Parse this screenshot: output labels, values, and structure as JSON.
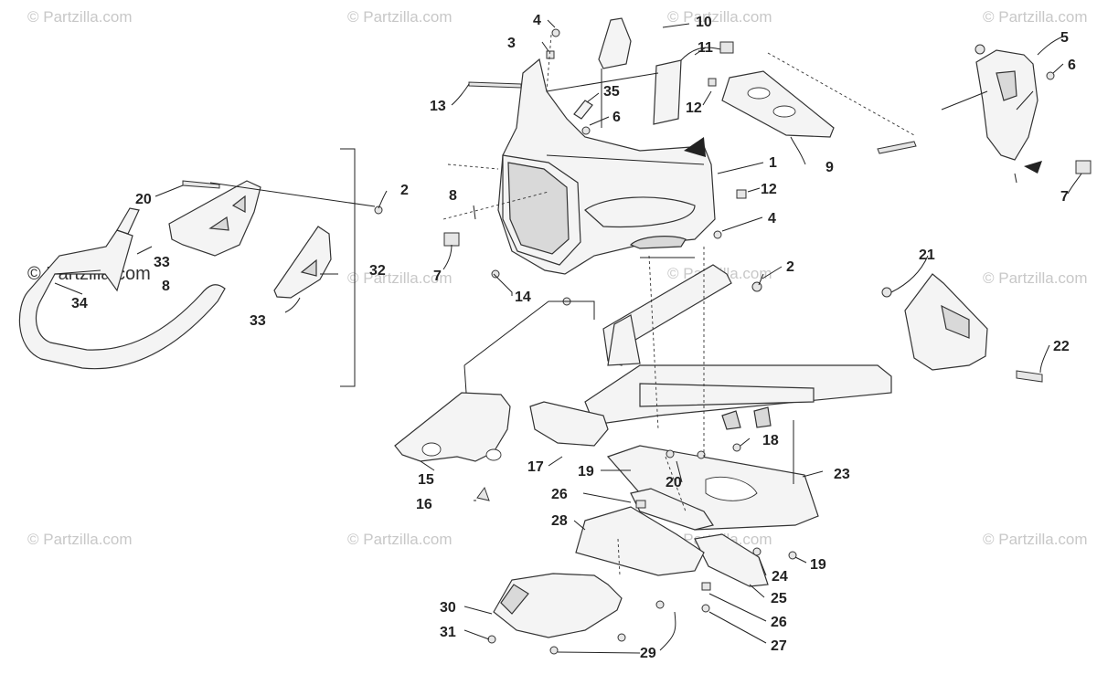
{
  "watermark": "© Partzilla.com",
  "part_labels": [
    "1",
    "2",
    "3",
    "4",
    "5",
    "6",
    "7",
    "8",
    "9",
    "10",
    "11",
    "12",
    "13",
    "14",
    "15",
    "16",
    "17",
    "18",
    "19",
    "20",
    "21",
    "22",
    "23",
    "24",
    "25",
    "26",
    "27",
    "28",
    "29",
    "30",
    "31",
    "32",
    "33",
    "34",
    "35"
  ],
  "duplicate_labels": [
    "2",
    "4",
    "6",
    "7",
    "8",
    "12",
    "19",
    "20",
    "26",
    "33"
  ]
}
